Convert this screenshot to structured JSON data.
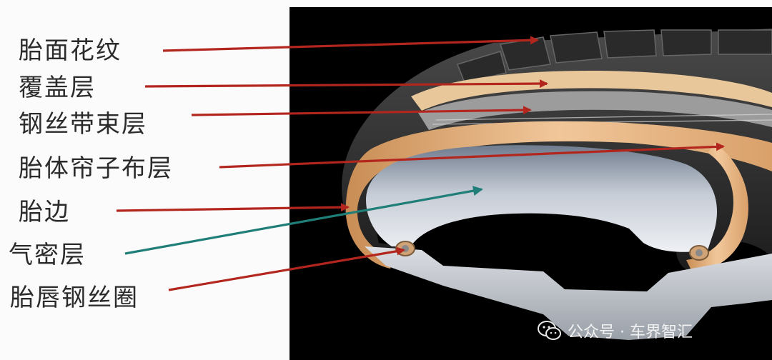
{
  "labels": {
    "tread": "胎面花纹",
    "cap_ply": "覆盖层",
    "steel_belt": "钢丝带束层",
    "carcass_ply": "胎体帘子布层",
    "sidewall": "胎边",
    "inner_liner": "气密层",
    "bead_wire": "胎唇钢丝圈"
  },
  "watermark": {
    "icon": "wechat-icon",
    "text": "公众号 · 车界智汇"
  },
  "colors": {
    "arrow_red": "#b3261e",
    "arrow_teal": "#1f7f78",
    "photo_bg": "#000000",
    "label_text": "#2b2b2b"
  }
}
